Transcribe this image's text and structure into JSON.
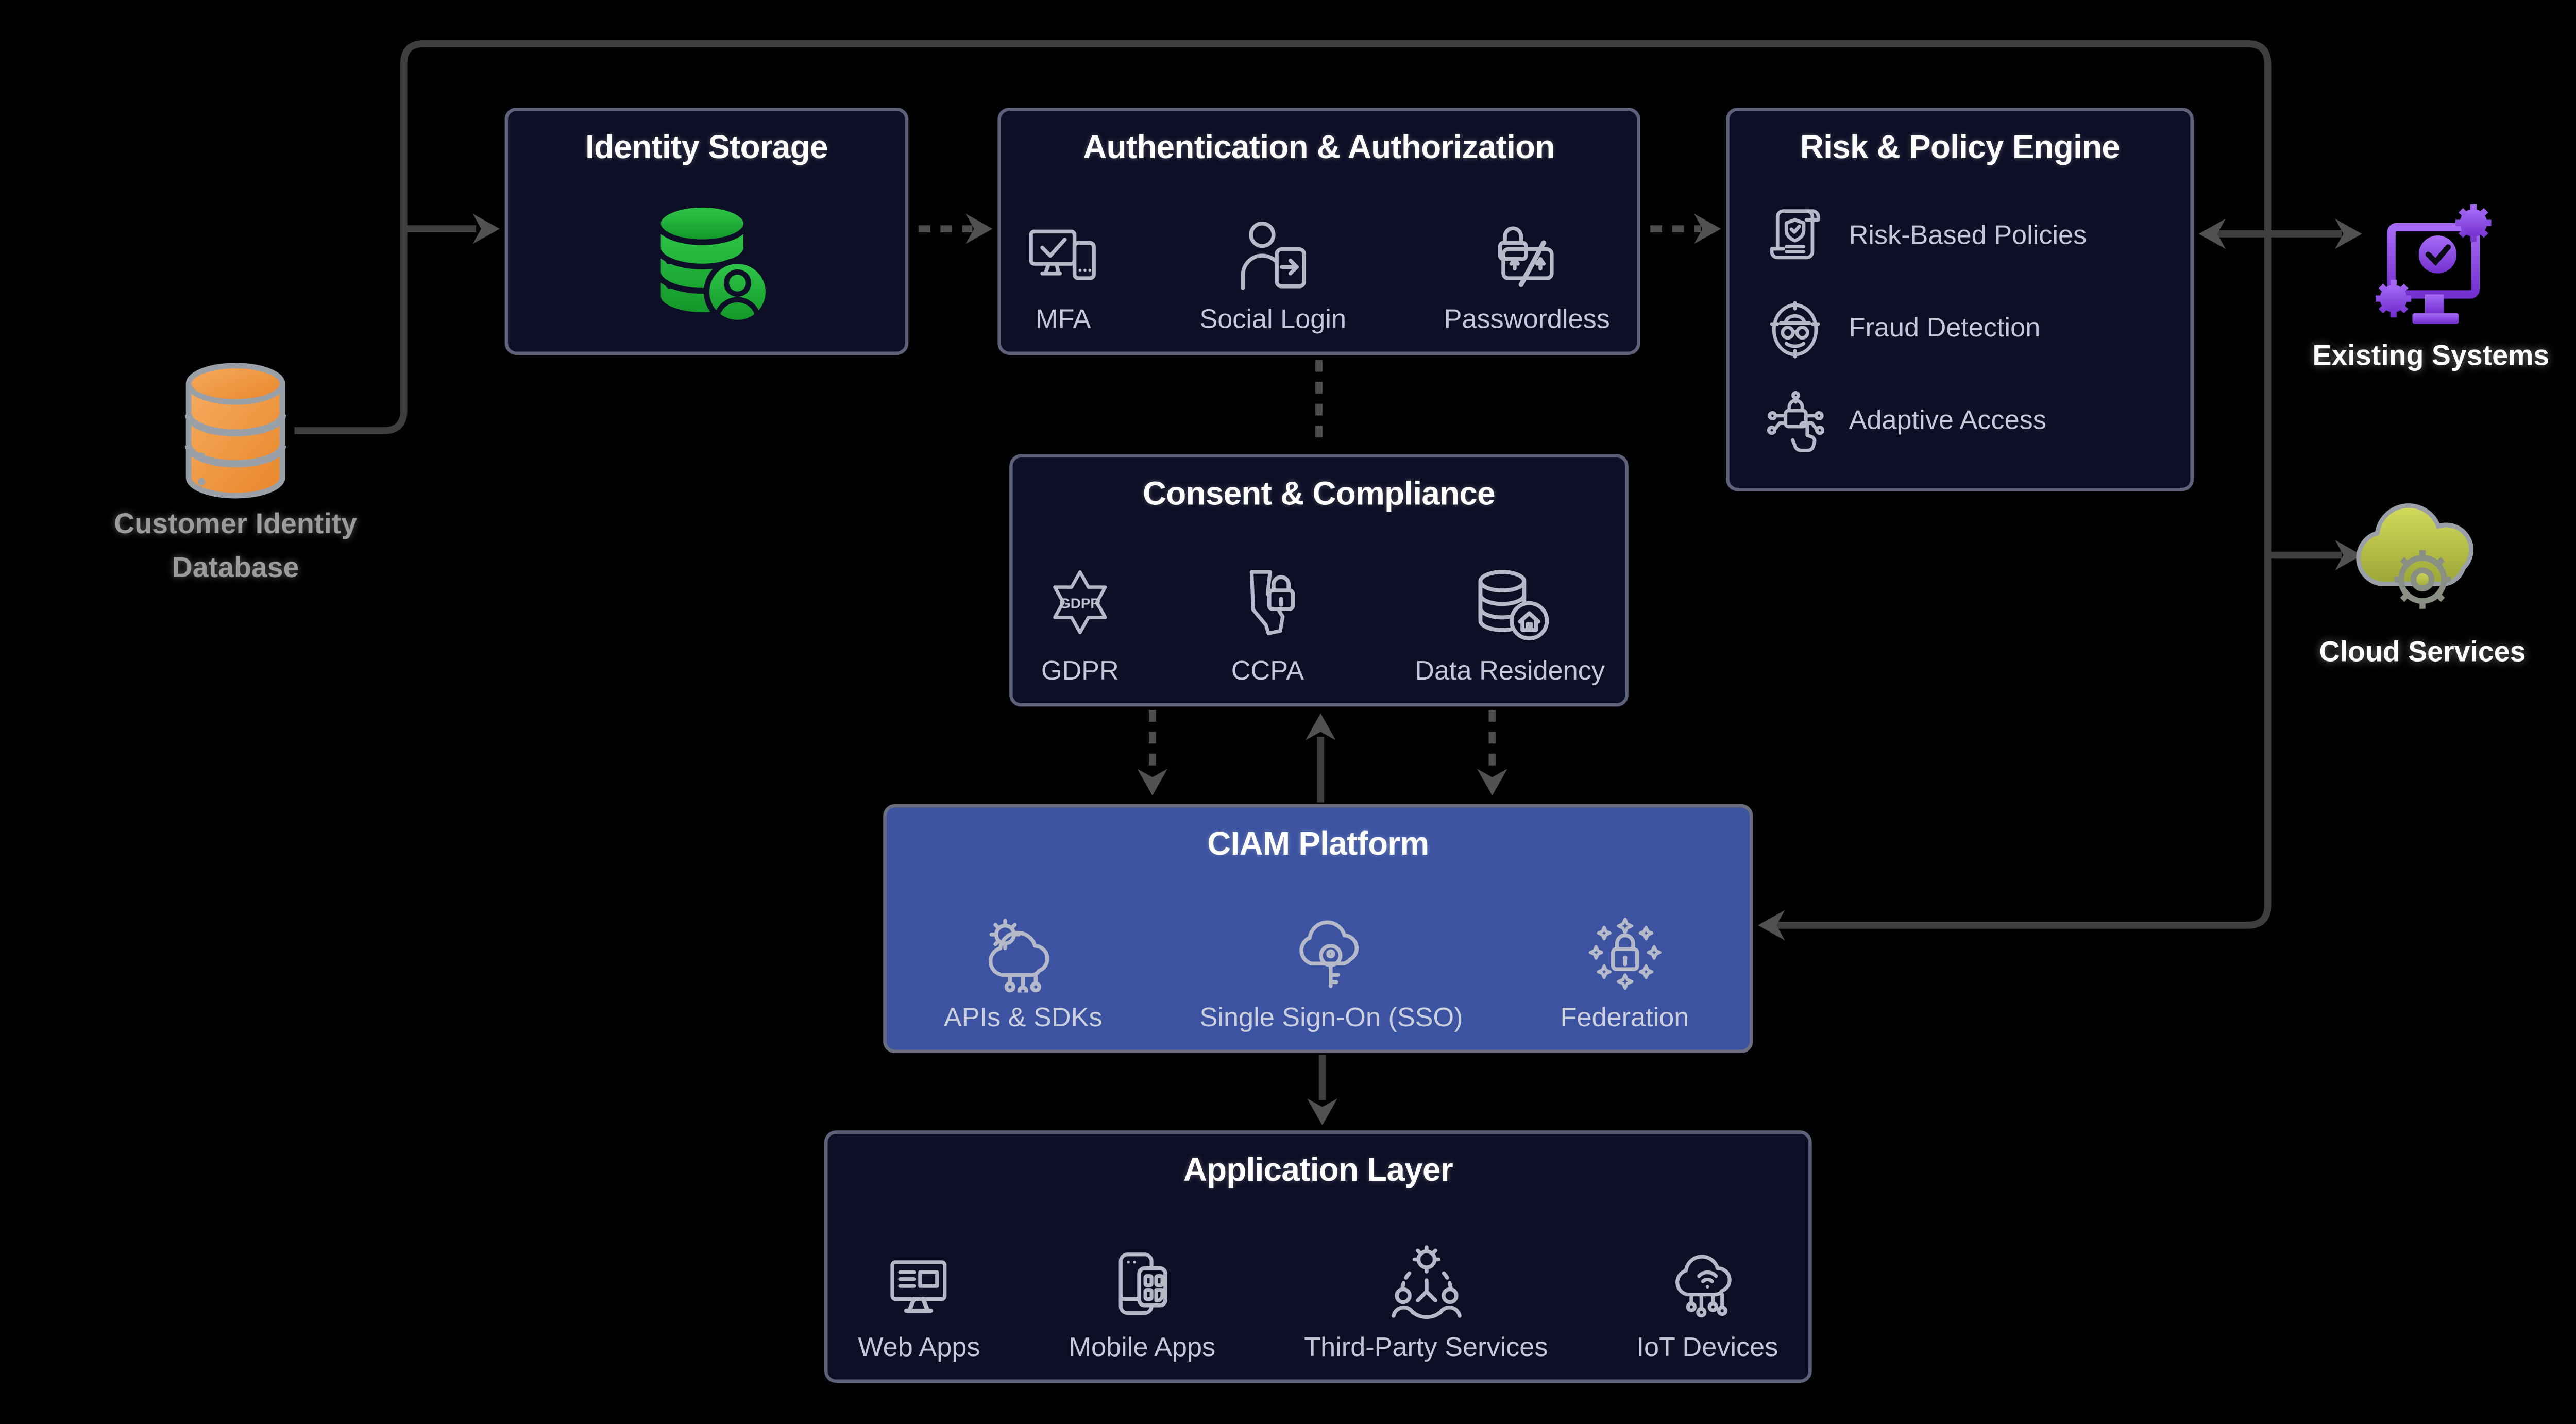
{
  "nodes": {
    "identity_storage": {
      "title": "Identity Storage"
    },
    "authentication": {
      "title": "Authentication & Authorization",
      "items": [
        {
          "label": "MFA"
        },
        {
          "label": "Social Login"
        },
        {
          "label": "Passwordless"
        }
      ]
    },
    "risk_policy": {
      "title": "Risk & Policy Engine",
      "items": [
        {
          "label": "Risk-Based Policies"
        },
        {
          "label": "Fraud Detection"
        },
        {
          "label": "Adaptive Access"
        }
      ]
    },
    "consent_compliance": {
      "title": "Consent & Compliance",
      "items": [
        {
          "label": "GDPR",
          "badge": "GDPR"
        },
        {
          "label": "CCPA"
        },
        {
          "label": "Data Residency"
        }
      ]
    },
    "ciam_platform": {
      "title": "CIAM Platform",
      "items": [
        {
          "label": "APIs & SDKs"
        },
        {
          "label": "Single Sign-On (SSO)"
        },
        {
          "label": "Federation"
        }
      ]
    },
    "application_layer": {
      "title": "Application Layer",
      "items": [
        {
          "label": "Web Apps"
        },
        {
          "label": "Mobile Apps"
        },
        {
          "label": "Third-Party Services"
        },
        {
          "label": "IoT Devices"
        }
      ]
    }
  },
  "external": {
    "customer_identity_database": {
      "label_line1": "Customer Identity",
      "label_line2": "Database"
    },
    "existing_systems": {
      "label": "Existing Systems"
    },
    "cloud_services": {
      "label": "Cloud Services"
    }
  },
  "colors": {
    "background": "#000000",
    "box_fill": "#0d0f26",
    "box_border": "#5d617a",
    "ciam_fill": "#3b53a0",
    "title_text": "#ffffff",
    "item_text": "#c5c8d6",
    "connector_solid": "#3e3e3e",
    "connector_dashed": "#4d4d4d",
    "arrowhead": "#515151",
    "identity_db_green": "#2abf42",
    "customer_db_orange": "#f09a48",
    "existing_systems_purple": "#9a5cf0",
    "cloud_services_olive": "#c6cf52"
  },
  "icons": [
    "identity-database-icon",
    "mfa-icon",
    "social-login-icon",
    "passwordless-icon",
    "risk-policies-icon",
    "fraud-detection-icon",
    "adaptive-access-icon",
    "gdpr-icon",
    "ccpa-icon",
    "data-residency-icon",
    "apis-sdks-icon",
    "sso-icon",
    "federation-icon",
    "web-apps-icon",
    "mobile-apps-icon",
    "third-party-icon",
    "iot-icon",
    "customer-database-icon",
    "existing-systems-icon",
    "cloud-services-icon"
  ]
}
